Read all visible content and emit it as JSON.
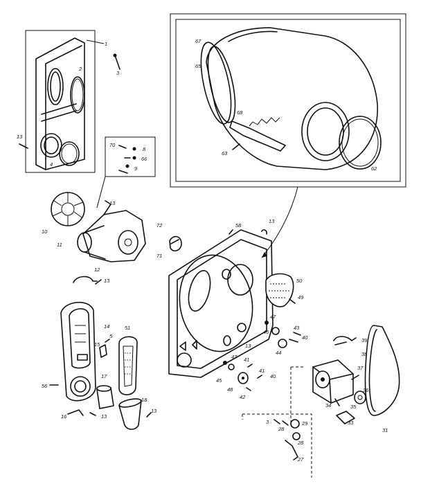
{
  "parts": [
    {
      "id": "p1",
      "label": "1"
    },
    {
      "id": "p2",
      "label": "2"
    },
    {
      "id": "p3",
      "label": "3"
    },
    {
      "id": "p4",
      "label": "4"
    },
    {
      "id": "p13a",
      "label": "13"
    },
    {
      "id": "p70",
      "label": "70"
    },
    {
      "id": "p8",
      "label": "8"
    },
    {
      "id": "p66",
      "label": "66"
    },
    {
      "id": "p9",
      "label": "9"
    },
    {
      "id": "p10",
      "label": "10"
    },
    {
      "id": "p11",
      "label": "11"
    },
    {
      "id": "p13b",
      "label": "13"
    },
    {
      "id": "p12",
      "label": "12"
    },
    {
      "id": "p13c",
      "label": "13"
    },
    {
      "id": "p67",
      "label": "67"
    },
    {
      "id": "p65",
      "label": "65"
    },
    {
      "id": "p68",
      "label": "68"
    },
    {
      "id": "p63",
      "label": "63"
    },
    {
      "id": "p62",
      "label": "62"
    },
    {
      "id": "p72",
      "label": "72"
    },
    {
      "id": "p71",
      "label": "71"
    },
    {
      "id": "p58",
      "label": "58"
    },
    {
      "id": "p13d",
      "label": "13"
    },
    {
      "id": "p50",
      "label": "50"
    },
    {
      "id": "p49",
      "label": "49"
    },
    {
      "id": "p47a",
      "label": "47"
    },
    {
      "id": "p46",
      "label": "46"
    },
    {
      "id": "p43",
      "label": "43"
    },
    {
      "id": "p44",
      "label": "44"
    },
    {
      "id": "p40a",
      "label": "40"
    },
    {
      "id": "p13e",
      "label": "13"
    },
    {
      "id": "p47b",
      "label": "47"
    },
    {
      "id": "p45",
      "label": "45"
    },
    {
      "id": "p48",
      "label": "48"
    },
    {
      "id": "p41a",
      "label": "41"
    },
    {
      "id": "p42",
      "label": "42"
    },
    {
      "id": "p41b",
      "label": "41"
    },
    {
      "id": "p40b",
      "label": "40"
    },
    {
      "id": "p14",
      "label": "14"
    },
    {
      "id": "p15",
      "label": "15"
    },
    {
      "id": "p5",
      "label": "5"
    },
    {
      "id": "p51",
      "label": "51"
    },
    {
      "id": "p56",
      "label": "56"
    },
    {
      "id": "p17",
      "label": "17"
    },
    {
      "id": "p18",
      "label": "18"
    },
    {
      "id": "p16",
      "label": "16"
    },
    {
      "id": "p13f",
      "label": "13"
    },
    {
      "id": "p13g",
      "label": "13"
    },
    {
      "id": "p39",
      "label": "39"
    },
    {
      "id": "p38",
      "label": "38"
    },
    {
      "id": "p37",
      "label": "37"
    },
    {
      "id": "p36",
      "label": "36"
    },
    {
      "id": "p35",
      "label": "35"
    },
    {
      "id": "p34",
      "label": "34"
    },
    {
      "id": "p33",
      "label": "33"
    },
    {
      "id": "p31",
      "label": "31"
    },
    {
      "id": "p3b",
      "label": "3"
    },
    {
      "id": "p28a",
      "label": "28"
    },
    {
      "id": "p29",
      "label": "29"
    },
    {
      "id": "p28b",
      "label": "28"
    },
    {
      "id": "p27",
      "label": "27"
    }
  ]
}
